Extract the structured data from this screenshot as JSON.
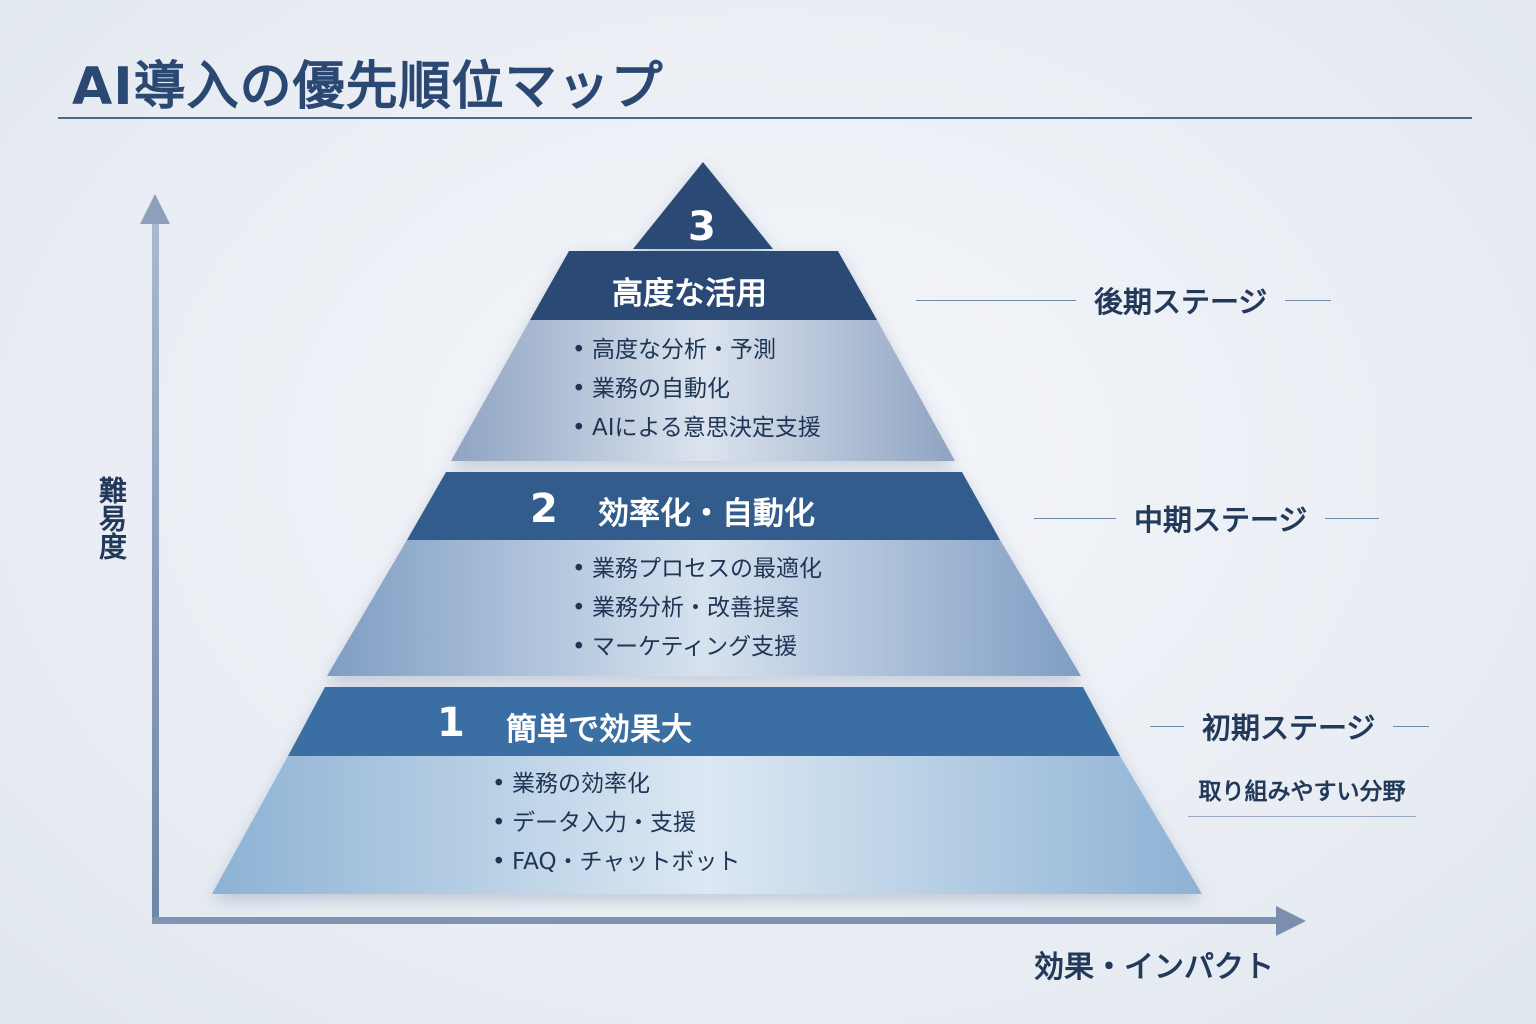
{
  "page": {
    "title": "AI導入の優先順位マップ"
  },
  "axes": {
    "y_label": "難易度",
    "x_label": "効果・インパクト"
  },
  "tiers": [
    {
      "number": "3",
      "title": "高度な活用",
      "items": [
        "高度な分析・予測",
        "業務の自動化",
        "AIによる意思決定支援"
      ],
      "stage": "後期ステージ"
    },
    {
      "number": "2",
      "title": "効率化・自動化",
      "items": [
        "業務プロセスの最適化",
        "業務分析・改善提案",
        "マーケティング支援"
      ],
      "stage": "中期ステージ"
    },
    {
      "number": "1",
      "title": "簡単で効果大",
      "items": [
        "業務の効率化",
        "データ入力・支援",
        "FAQ・チャットボット"
      ],
      "stage": "初期ステージ",
      "note": "取り組みやすい分野"
    }
  ],
  "colors": {
    "band_dark": "#2b4a74",
    "band_mid": "#315b8c",
    "band_light": "#3a6ea3",
    "title": "#2a4872"
  }
}
